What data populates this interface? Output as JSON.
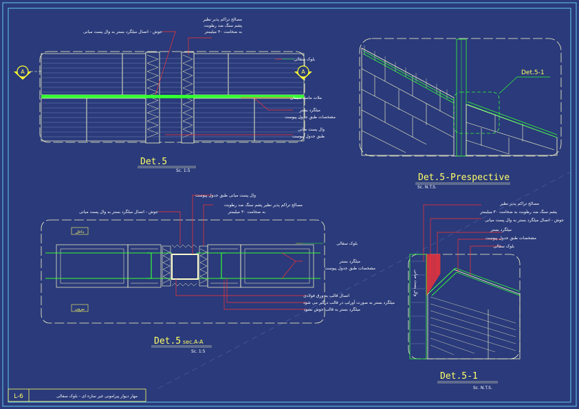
{
  "colors": {
    "background": "#2a3a7a",
    "frame": "#66ccee",
    "block": "#ffffcc",
    "green": "#33ff33",
    "red": "#ff3333",
    "title": "#ffff66"
  },
  "plan": {
    "title": "Det.5",
    "scale": "Sc. 1:5",
    "section_marker": "A",
    "labels": [
      "مصالح تراکم پذیر نظیر",
      "پشم سنگ ضد رطوبت",
      "به ضخامت ۳۰ میلیمتر",
      "جوش - اتصال میلگرد بستر به وال پست میانی",
      "بلوک سفالی",
      "ملات ماسه سیمان",
      "میلگرد بستر",
      "مشخصات طبق جدول پیوست",
      "وال پست میانی",
      "طبق جدول پیوست"
    ]
  },
  "perspective": {
    "title": "Det.5-Prespective",
    "scale": "Sc. N.T.S.",
    "callout": "Det.5-1"
  },
  "section": {
    "title": "Det.5",
    "subtitle": "sec.A-A",
    "scale": "Sc. 1:5",
    "inside_label": "داخل",
    "outside_label": "بیرون",
    "labels": [
      "وال پست میانی طبق جدول پیوست",
      "جوش - اتصال میلگرد بستر به وال پست میانی",
      "مصالح تراکم پذیر نظیر پشم سنگ ضد رطوبت",
      "به ضخامت ۳۰ میلیمتر",
      "بلوک سفالی",
      "میلگرد بستر",
      "مشخصات طبق جدول پیوست",
      "اتصال قالب به ورق فولادی",
      "میلگرد بستر به صورت آورلپ در قالب درگیر می شود",
      "میلگرد بستر به قالب جوش نشود"
    ]
  },
  "detail1": {
    "title": "Det.5-1",
    "scale": "Sc. N.T.S.",
    "side_label": "وال پست میانی",
    "labels": [
      "مصالح تراکم پذیر نظیر",
      "پشم سنگ ضد رطوبت به ضخامت ۳۰ میلیمتر",
      "جوش - اتصال میلگرد بستر به وال پست میانی",
      "میلگرد بستر",
      "مشخصات طبق جدول پیوست",
      "بلوک سفالی"
    ]
  },
  "sheet": {
    "number": "L-6",
    "title": "مهار دیوار پیرامونی غیر سازه ای - بلوک سفالی"
  }
}
